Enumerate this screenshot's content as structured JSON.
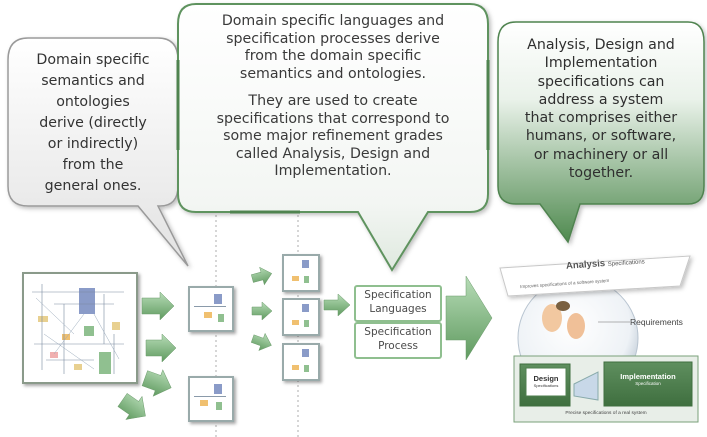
{
  "callouts": {
    "left": {
      "lines": [
        "Domain specific",
        "semantics and",
        "ontologies",
        "derive (directly",
        "or indirectly)",
        "from the",
        "general ones."
      ]
    },
    "center": {
      "para1": [
        "Domain specific languages and",
        "specification processes derive",
        "from the domain specific",
        "semantics and ontologies."
      ],
      "para2": [
        "They  are used to create",
        "specifications that correspond to",
        "some major refinement grades",
        "called Analysis, Design and",
        "Implementation."
      ]
    },
    "right": {
      "lines": [
        "Analysis, Design and",
        "Implementation",
        "specifications  can",
        "address a system",
        "that comprises either",
        "humans, or software,",
        "or machinery or all",
        "together."
      ]
    }
  },
  "process": {
    "spec_languages": [
      "Specification",
      "Languages"
    ],
    "spec_process": [
      "Specification",
      "Process"
    ]
  },
  "system": {
    "analysis_label": "Analysis",
    "analysis_sub": "Specifications",
    "analysis_caption": "Improves specifications of a software system",
    "requirements": "Requirements",
    "design_label": "Design",
    "design_sub": "Specifications",
    "impl_label": "Implementation",
    "impl_sub": "Specification",
    "bottom_caption": "Precise specifications of a real system"
  },
  "colors": {
    "callout_border": "#a8a8a8",
    "center_border": "#6e9b6e",
    "green_fill": "#6f9f6f",
    "arrow_green": "#86b886"
  }
}
